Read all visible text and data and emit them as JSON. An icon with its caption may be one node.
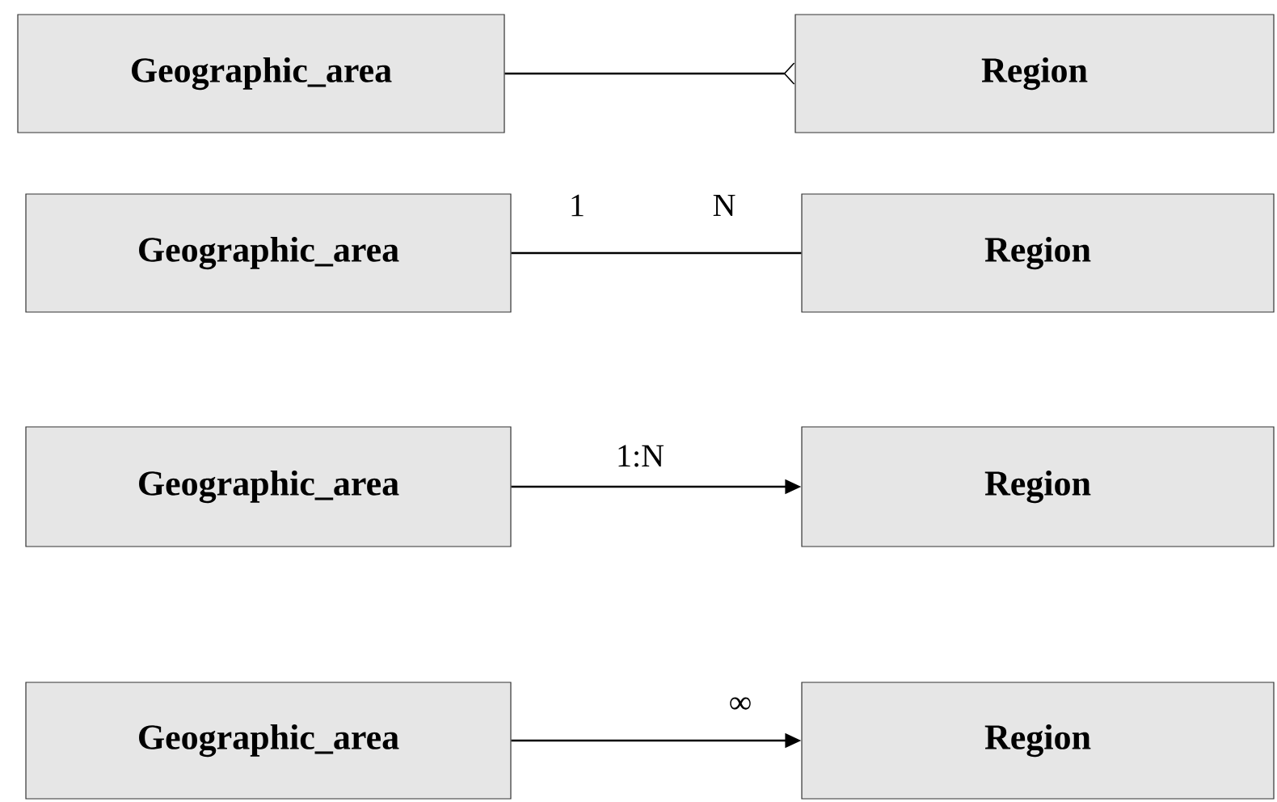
{
  "diagram": {
    "nodes": [
      {
        "text": [
          "Geographic_area"
        ]
      },
      {
        "text": [
          "Region"
        ]
      },
      {
        "text": [
          "Geographic_area"
        ]
      },
      {
        "text": [
          "Region"
        ]
      },
      {
        "text": [
          "Geographic_area"
        ]
      },
      {
        "text": [
          "Region"
        ]
      },
      {
        "text": [
          "Geographic_area"
        ]
      },
      {
        "text": [
          "Region"
        ]
      }
    ],
    "edges": [
      {
        "from": 0,
        "to": 1,
        "arrow": "other"
      },
      {
        "from": 2,
        "to": 3,
        "arrow": "none"
      },
      {
        "from": 4,
        "to": 5,
        "arrow": "to",
        "label": "1:N"
      },
      {
        "from": 6,
        "to": 7,
        "arrow": "to",
        "label": "∞"
      }
    ],
    "labels": [
      "1",
      "N"
    ]
  }
}
